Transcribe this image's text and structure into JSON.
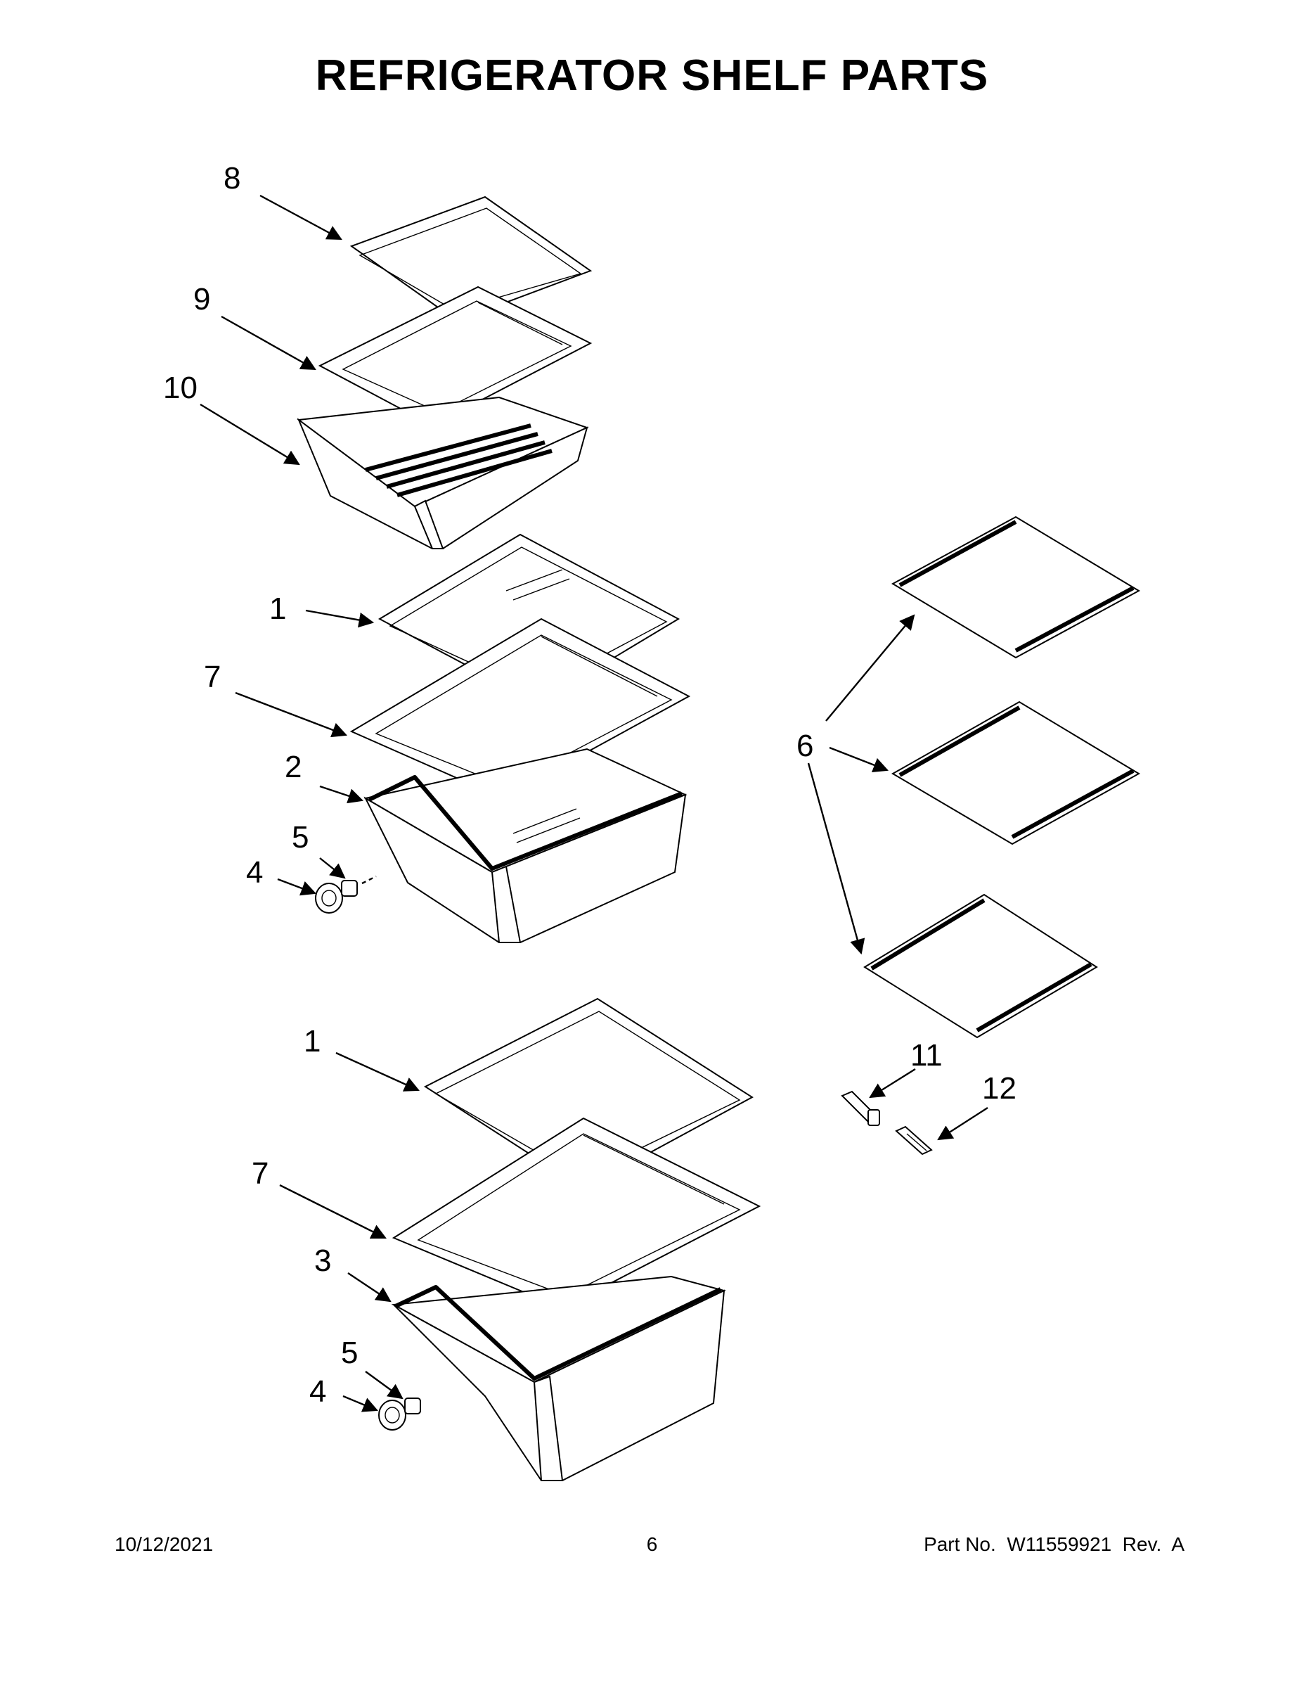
{
  "title": "REFRIGERATOR SHELF PARTS",
  "footer": {
    "date": "10/12/2021",
    "page": "6",
    "part_number": "Part No.  W11559921  Rev.  A"
  },
  "callouts": {
    "c8": "8",
    "c9": "9",
    "c10": "10",
    "c1a": "1",
    "c7a": "7",
    "c2": "2",
    "c5a": "5",
    "c4a": "4",
    "c6": "6",
    "c1b": "1",
    "c7b": "7",
    "c3": "3",
    "c5b": "5",
    "c4b": "4",
    "c11": "11",
    "c12": "12"
  }
}
